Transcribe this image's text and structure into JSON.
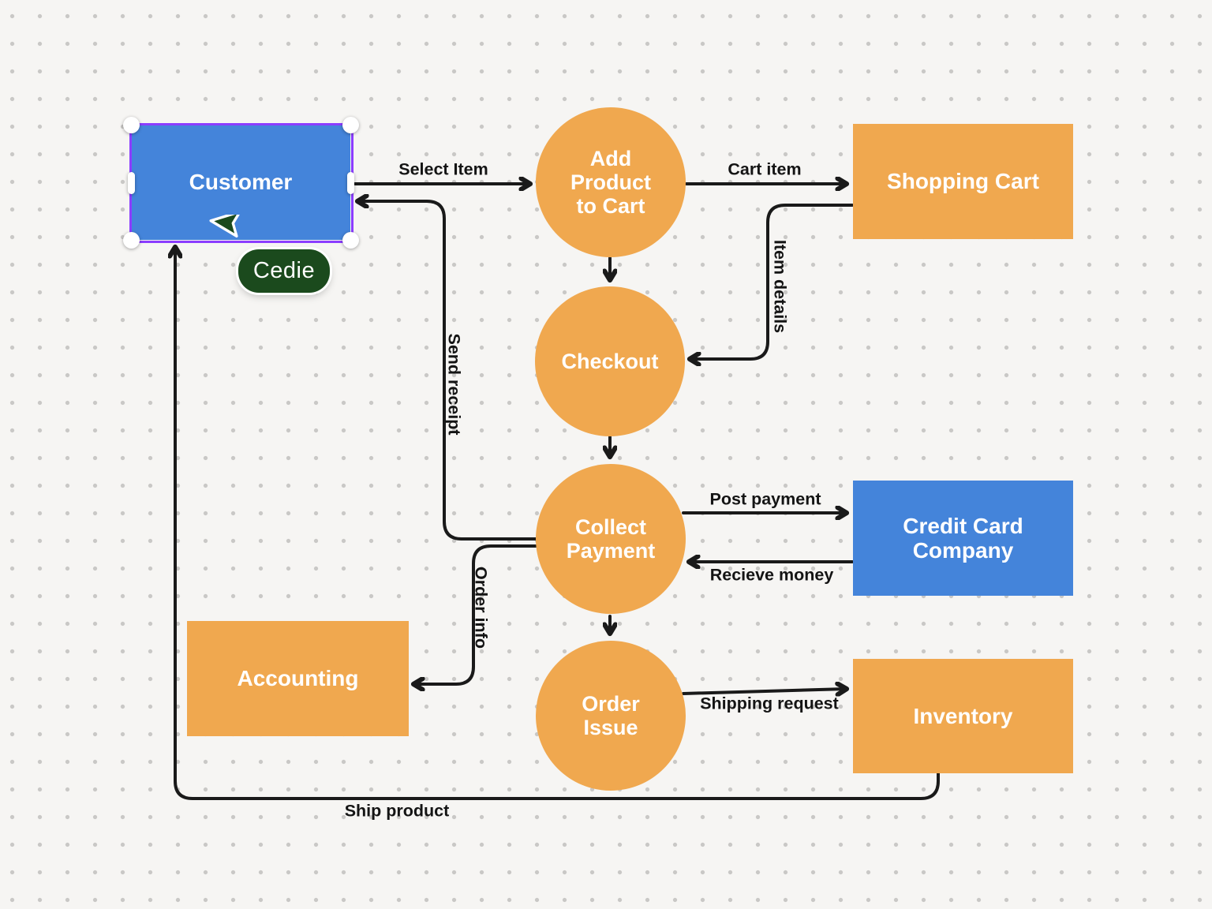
{
  "canvas": {
    "background": "#f6f5f3",
    "dot_color": "#c9c8c6"
  },
  "colors": {
    "process_orange": "#f0a84f",
    "entity_blue": "#4484da",
    "connector_black": "#1a1a1a",
    "selection_purple": "#8b3dff",
    "collaborator_green": "#1b4a1d"
  },
  "nodes": {
    "customer": {
      "label": "Customer",
      "shape": "rectangle",
      "color": "#4484da",
      "selected": true
    },
    "add_product": {
      "label": "Add Product to Cart",
      "shape": "circle",
      "color": "#f0a84f"
    },
    "shopping_cart": {
      "label": "Shopping Cart",
      "shape": "rectangle",
      "color": "#f0a84f"
    },
    "checkout": {
      "label": "Checkout",
      "shape": "circle",
      "color": "#f0a84f"
    },
    "collect_payment": {
      "label": "Collect Payment",
      "shape": "circle",
      "color": "#f0a84f"
    },
    "credit_card": {
      "label": "Credit Card Company",
      "shape": "rectangle",
      "color": "#4484da"
    },
    "accounting": {
      "label": "Accounting",
      "shape": "rectangle",
      "color": "#f0a84f"
    },
    "order_issue": {
      "label": "Order Issue",
      "shape": "circle",
      "color": "#f0a84f"
    },
    "inventory": {
      "label": "Inventory",
      "shape": "rectangle",
      "color": "#f0a84f"
    }
  },
  "edges": {
    "select_item": {
      "label": "Select Item",
      "from": "customer",
      "to": "add_product"
    },
    "cart_item": {
      "label": "Cart item",
      "from": "add_product",
      "to": "shopping_cart"
    },
    "item_details": {
      "label": "Item details",
      "from": "shopping_cart",
      "to": "checkout"
    },
    "add_to_checkout": {
      "label": "",
      "from": "add_product",
      "to": "checkout"
    },
    "checkout_to_collect": {
      "label": "",
      "from": "checkout",
      "to": "collect_payment"
    },
    "send_receipt": {
      "label": "Send receipt",
      "from": "collect_payment",
      "to": "customer"
    },
    "post_payment": {
      "label": "Post payment",
      "from": "collect_payment",
      "to": "credit_card"
    },
    "recieve_money": {
      "label": "Recieve money",
      "from": "credit_card",
      "to": "collect_payment"
    },
    "order_info": {
      "label": "Order info",
      "from": "collect_payment",
      "to": "accounting"
    },
    "collect_to_order": {
      "label": "",
      "from": "collect_payment",
      "to": "order_issue"
    },
    "shipping_request": {
      "label": "Shipping request",
      "from": "order_issue",
      "to": "inventory"
    },
    "ship_product": {
      "label": "Ship product",
      "from": "inventory",
      "to": "customer"
    }
  },
  "collaborator": {
    "name": "Cedie",
    "color": "#1b4a1d"
  }
}
